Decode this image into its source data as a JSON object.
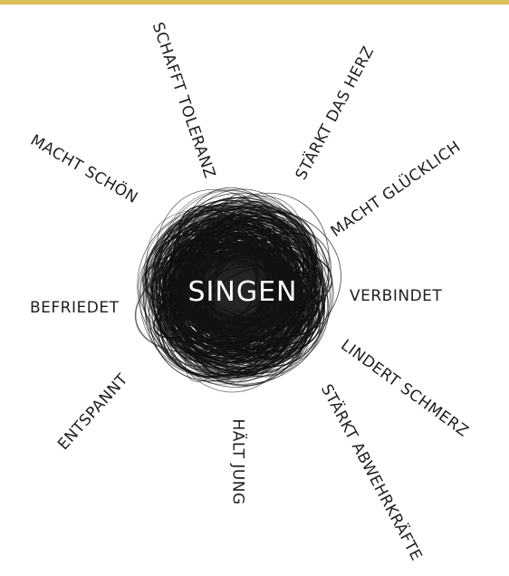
{
  "diagram": {
    "center": "SINGEN",
    "benefits": [
      "SCHAFFT TOLERANZ",
      "STÄRKT DAS HERZ",
      "MACHT GLÜCKLICH",
      "VERBINDET",
      "LINDERT SCHMERZ",
      "STÄRKT ABWEHRKRÄFTE",
      "HÄLT JUNG",
      "ENTSPANNT",
      "BEFRIEDET",
      "MACHT SCHÖN"
    ]
  },
  "colors": {
    "ink": "#1e1e1e",
    "scribble": "#111111",
    "accent_bar": "#d9c25a",
    "background": "#ffffff"
  }
}
